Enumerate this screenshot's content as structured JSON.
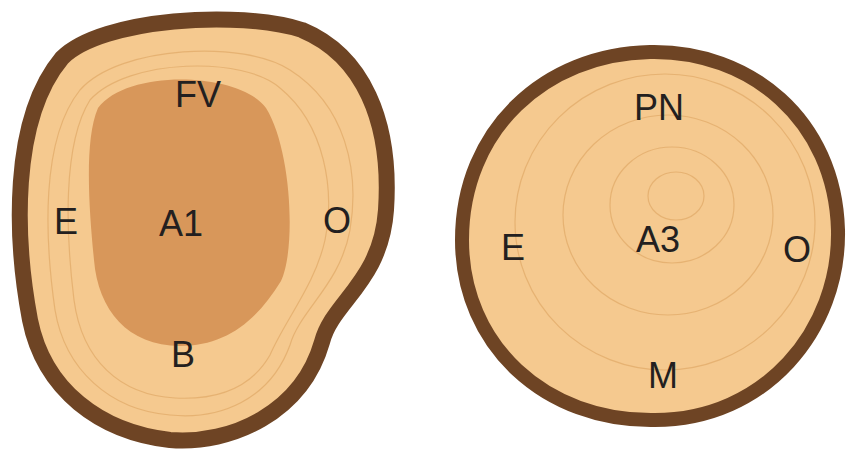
{
  "diagram": {
    "labels": [
      "FV",
      "E",
      "A1",
      "O",
      "B",
      "PN",
      "E",
      "A3",
      "O",
      "M"
    ]
  }
}
